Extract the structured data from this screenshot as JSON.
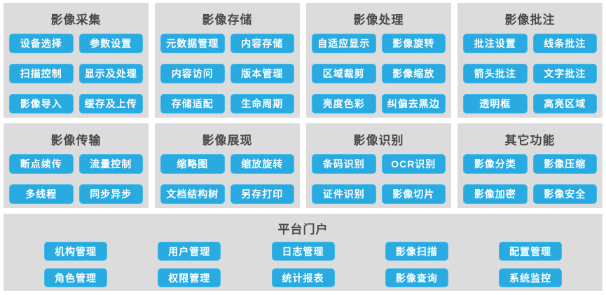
{
  "colors": {
    "accent_blue": "#29abe2",
    "accent_edge": "#45b9ea",
    "panel_gray": "#dcdcdc",
    "title_text": "#4a4a4a",
    "button_text": "#ffffff"
  },
  "modules": [
    {
      "title": "影像采集",
      "buttons": [
        "设备选择",
        "参数设置",
        "扫描控制",
        "显示及处理",
        "影像导入",
        "缓存及上传"
      ]
    },
    {
      "title": "影像存储",
      "buttons": [
        "元数据管理",
        "内容存储",
        "内容访问",
        "版本管理",
        "存储适配",
        "生命周期"
      ]
    },
    {
      "title": "影像处理",
      "buttons": [
        "自适应显示",
        "影像旋转",
        "区域裁剪",
        "影像缩放",
        "亮度色彩",
        "纠偏去黑边"
      ]
    },
    {
      "title": "影像批注",
      "buttons": [
        "批注设置",
        "线条批注",
        "箭头批注",
        "文字批注",
        "透明框",
        "高亮区域"
      ]
    },
    {
      "title": "影像传输",
      "buttons": [
        "断点续传",
        "流量控制",
        "多线程",
        "同步异步"
      ]
    },
    {
      "title": "影像展现",
      "buttons": [
        "缩略图",
        "缩放旋转",
        "文档结构树",
        "另存打印"
      ]
    },
    {
      "title": "影像识别",
      "buttons": [
        "条码识别",
        "OCR识别",
        "证件识别",
        "影像切片"
      ]
    },
    {
      "title": "其它功能",
      "buttons": [
        "影像分类",
        "影像压缩",
        "影像加密",
        "影像安全"
      ]
    }
  ],
  "portal": {
    "title": "平台门户",
    "rows": [
      [
        "机构管理",
        "用户管理",
        "日志管理",
        "影像扫描",
        "配置管理"
      ],
      [
        "角色管理",
        "权限管理",
        "统计报表",
        "影像查询",
        "系统监控"
      ]
    ]
  }
}
